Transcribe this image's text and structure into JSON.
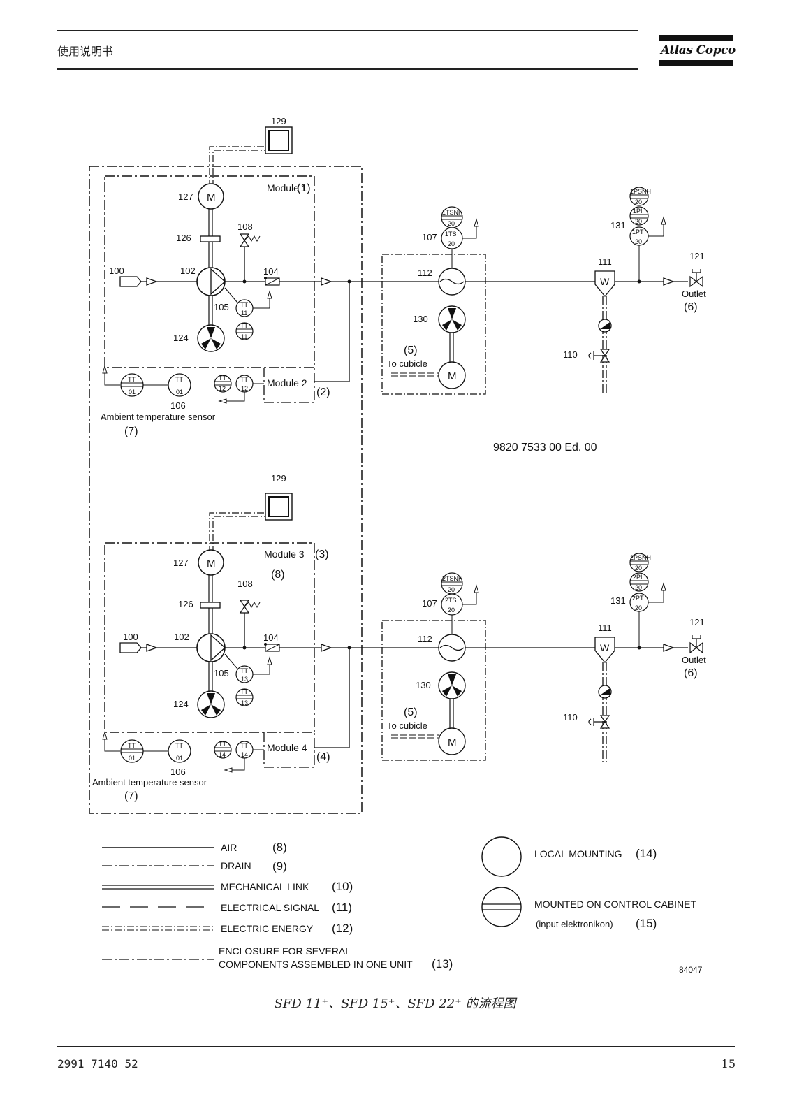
{
  "header": {
    "title": "使用说明书",
    "logo": "Atlas Copco"
  },
  "footer": {
    "doc_number": "2991 7140 52",
    "page_number": "15"
  },
  "caption": "SFD 11⁺、SFD 15⁺、SFD 22⁺ 的流程图",
  "diagram": {
    "drawing_ref": "9820 7533 00 Ed. 00",
    "figure_number": "84047",
    "component_numbers": {
      "inlet": "100",
      "element": "102",
      "check_valve": "104",
      "temp_sensor": "105",
      "ambient": "106",
      "motor_temp": "107",
      "safety_valve": "108",
      "drain_valve": "110",
      "water_separator": "111",
      "cooler": "112",
      "outlet_valve": "121",
      "fan": "124",
      "coupling": "126",
      "motor": "127",
      "fan_motor": "130",
      "pressure_sensor": "131",
      "cubicle": "129"
    },
    "modules": {
      "m1": "Module 1",
      "m1_ref": "(1)",
      "m2": "Module 2",
      "m2_ref": "(2)",
      "m3": "Module 3",
      "m3_ref": "(3)",
      "m4": "Module 4",
      "m4_ref": "(4)"
    },
    "labels": {
      "cubicle_ref": "(5)",
      "to_cubicle": "To cubicle",
      "outlet": "Outlet",
      "outlet_ref": "(6)",
      "ambient_sensor": "Ambient temperature sensor",
      "ambient_ref": "(7)",
      "air_ref_lower": "(8)",
      "motor_symbol": "M",
      "separator_symbol": "W"
    },
    "instruments": {
      "tt": "TT",
      "tt11": "11",
      "tt12": "12",
      "tt13": "13",
      "tt14": "14",
      "tt01": "01",
      "tsnh_1": "1TSNH",
      "ts_1": "1TS",
      "psnh_1": "1PSNH",
      "pi_1": "1PI",
      "pt_1": "1PT",
      "tsnh_2": "2TSNH",
      "ts_2": "2TS",
      "psnh_2": "2PSNH",
      "pi_2": "2PI",
      "pt_2": "2PT",
      "n20": "20"
    }
  },
  "legend": {
    "items": [
      {
        "label": "AIR",
        "ref": "(8)"
      },
      {
        "label": "DRAIN",
        "ref": "(9)"
      },
      {
        "label": "MECHANICAL LINK",
        "ref": "(10)"
      },
      {
        "label": "ELECTRICAL SIGNAL",
        "ref": "(11)"
      },
      {
        "label": "ELECTRIC ENERGY",
        "ref": "(12)"
      },
      {
        "label": "ENCLOSURE FOR SEVERAL",
        "label2": "COMPONENTS ASSEMBLED IN ONE UNIT",
        "ref": "(13)"
      }
    ],
    "local_mounting": "LOCAL MOUNTING",
    "local_mounting_ref": "(14)",
    "cabinet_mounted": "MOUNTED ON CONTROL CABINET",
    "cabinet_mounted_sub": "(input elektronikon)",
    "cabinet_mounted_ref": "(15)"
  }
}
